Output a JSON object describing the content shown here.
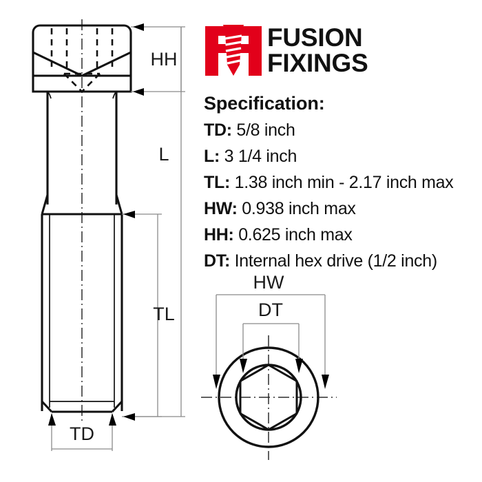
{
  "brand": {
    "logo_icon": "fusion-fixings-screw-logo",
    "line1": "FUSION",
    "line2": "FIXINGS",
    "color": "#E2001A"
  },
  "specification": {
    "title": "Specification:",
    "rows": [
      {
        "key": "TD:",
        "value": "5/8 inch"
      },
      {
        "key": "L:",
        "value": "3 1/4 inch"
      },
      {
        "key": "TL:",
        "value": "1.38 inch min - 2.17 inch max"
      },
      {
        "key": "HW:",
        "value": "0.938 inch max"
      },
      {
        "key": "HH:",
        "value": "0.625 inch max"
      },
      {
        "key": "DT:",
        "value": "Internal hex drive (1/2 inch)"
      }
    ]
  },
  "drawing": {
    "side_view": {
      "labels": {
        "head_height": "HH",
        "length": "L",
        "thread_length": "TL",
        "thread_diameter": "TD"
      }
    },
    "end_view": {
      "labels": {
        "head_width": "HW",
        "drive_type": "DT"
      }
    }
  }
}
